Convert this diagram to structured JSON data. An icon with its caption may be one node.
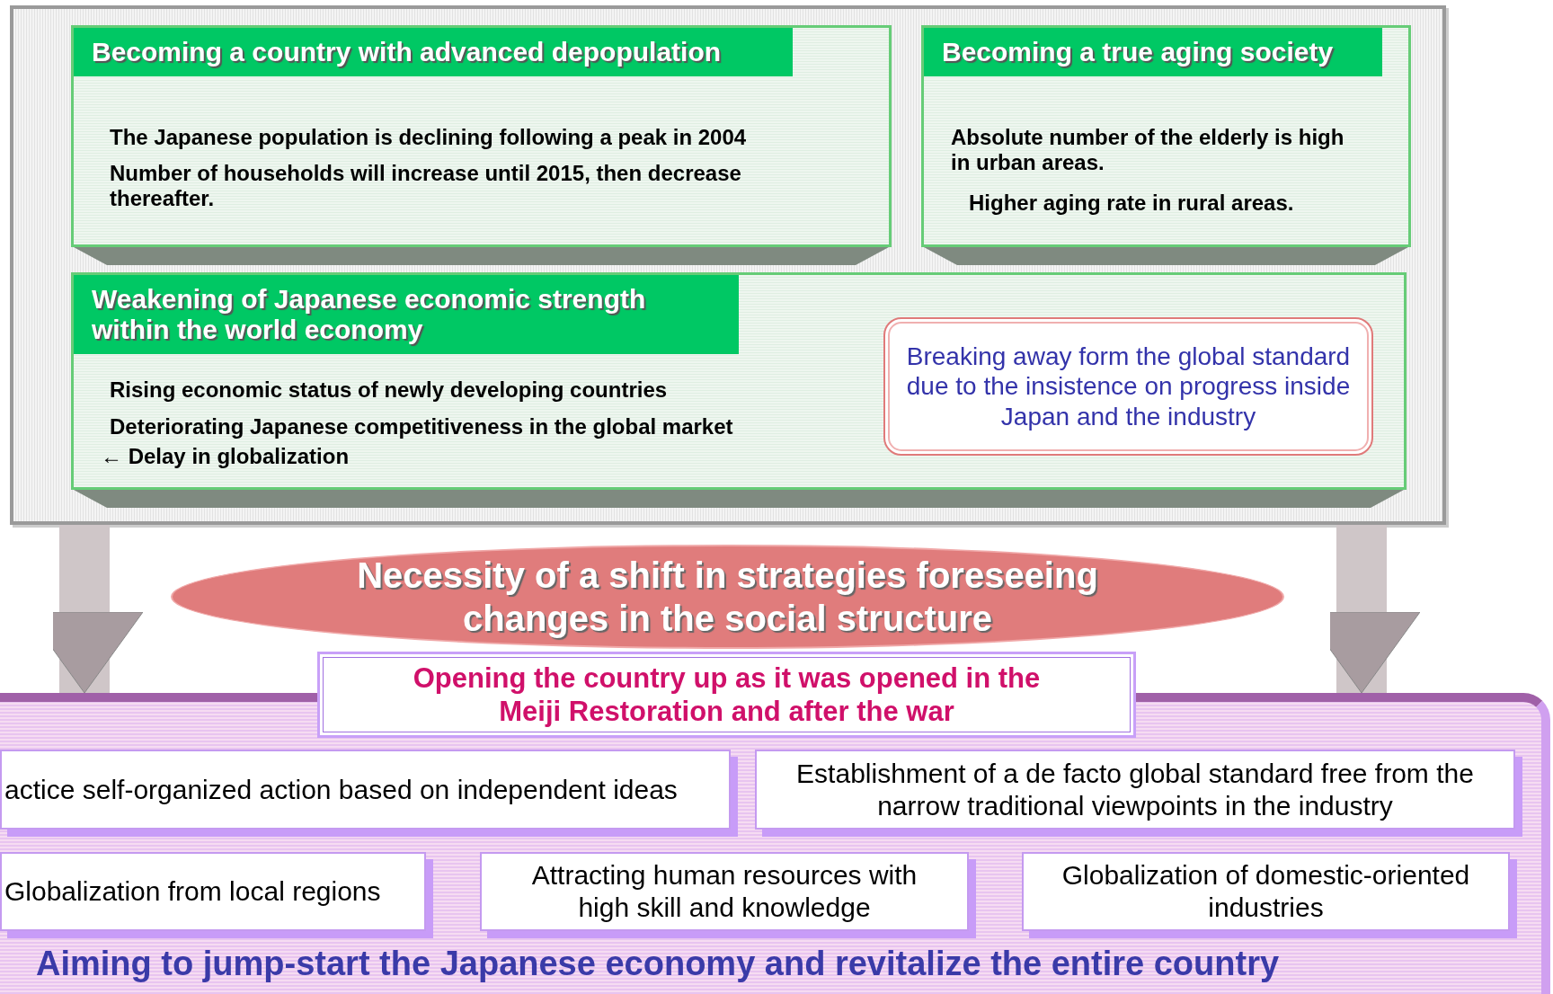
{
  "diagram": {
    "nodes": [
      {
        "text": [],
        "shape": "box"
      },
      {
        "text": [
          "Becoming a country with advanced depopulation",
          "The Japanese population is declining following a peak in 2004",
          "Number of households will increase until 2015, then decrease thereafter."
        ],
        "in": 0
      },
      {
        "text": [
          "Becoming a true aging society",
          "Absolute number of the elderly is high in urban areas.",
          "Higher aging rate in rural areas."
        ],
        "in": 0
      },
      {
        "text": [
          "Weakening of Japanese economic strength within the world economy",
          "Rising economic status of newly developing countries",
          "Deteriorating Japanese competitiveness in the global market",
          "← Delay in globalization"
        ],
        "in": 0
      },
      {
        "text": [
          "Breaking away form the global standard due to the insistence on progress inside Japan and the industry"
        ],
        "in": 3
      },
      {
        "text": [
          "Necessity of a shift in strategies foreseeing changes in the social structure"
        ]
      },
      {
        "text": [
          "Opening the country up as it was opened in the Meiji Restoration and after the war"
        ]
      },
      {
        "text": [
          "Aiming to jump-start the Japanese economy and revitalize the entire country"
        ]
      },
      {
        "text": [
          "actice self-organized action based on independent ideas"
        ],
        "in": 7
      },
      {
        "text": [
          "Establishment of a de facto global standard free from the narrow traditional viewpoints in the industry"
        ],
        "in": 7
      },
      {
        "text": [
          "Globalization from local regions"
        ],
        "in": 7
      },
      {
        "text": [
          "Attracting human resources with high skill and knowledge"
        ],
        "in": 7
      },
      {
        "text": [
          "Globalization of domestic-oriented industries"
        ],
        "in": 7
      }
    ],
    "edges": [
      {
        "from": 0,
        "to": 7,
        "arrow": "to"
      },
      {
        "from": 0,
        "to": 7,
        "arrow": "to"
      }
    ]
  }
}
